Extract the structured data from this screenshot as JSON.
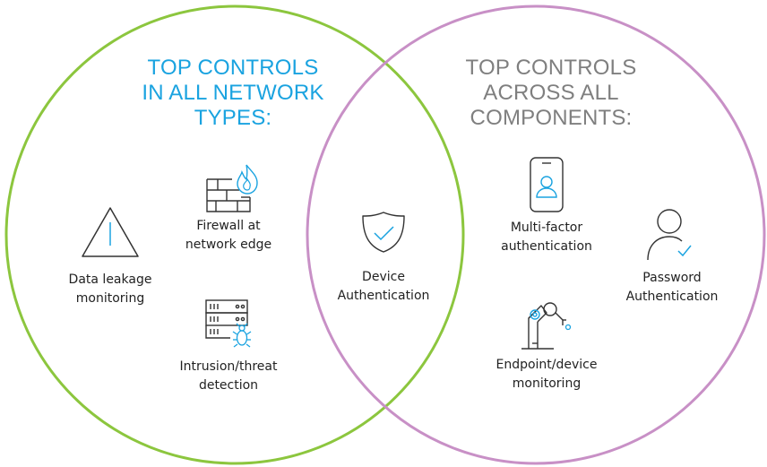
{
  "colors": {
    "left_circle": "#8cc63e",
    "right_circle": "#c890c6",
    "accent_blue": "#1aa3e0",
    "icon_gray": "#333333",
    "heading_gray": "#7f7f7f"
  },
  "left_group": {
    "heading": [
      "TOP CONTROLS",
      "IN ALL NETWORK",
      "TYPES:"
    ]
  },
  "right_group": {
    "heading": [
      "TOP CONTROLS",
      "ACROSS ALL",
      "COMPONENTS:"
    ]
  },
  "items": {
    "data_leakage": {
      "icon": "warning-icon",
      "label": [
        "Data leakage",
        "monitoring"
      ]
    },
    "firewall": {
      "icon": "firewall-icon",
      "label": [
        "Firewall at",
        "network edge"
      ]
    },
    "intrusion": {
      "icon": "server-bug-icon",
      "label": [
        "Intrusion/threat",
        "detection"
      ]
    },
    "device_auth": {
      "icon": "shield-check-icon",
      "label": [
        "Device",
        "Authentication"
      ]
    },
    "mfa": {
      "icon": "phone-user-icon",
      "label": [
        "Multi-factor",
        "authentication"
      ]
    },
    "password": {
      "icon": "user-check-icon",
      "label": [
        "Password",
        "Authentication"
      ]
    },
    "endpoint": {
      "icon": "robot-arm-icon",
      "label": [
        "Endpoint/device",
        "monitoring"
      ]
    }
  }
}
